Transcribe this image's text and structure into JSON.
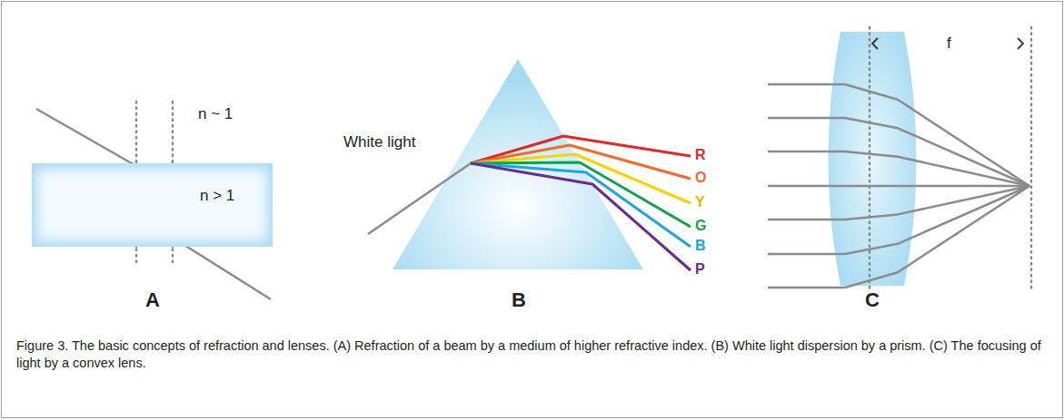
{
  "diagram": {
    "caption": "Figure 3. The basic concepts of refraction and lenses. (A) Refraction of a beam by a medium of higher refractive index. (B) White light dispersion by a prism. (C) The focusing of light by a convex lens.",
    "nodes": [
      {
        "text": [
          "n > 1"
        ]
      }
    ],
    "labels": [
      "n ~ 1",
      "A",
      "White light",
      "R",
      "O",
      "Y",
      "G",
      "B",
      "P",
      "B",
      "f",
      "C"
    ]
  }
}
